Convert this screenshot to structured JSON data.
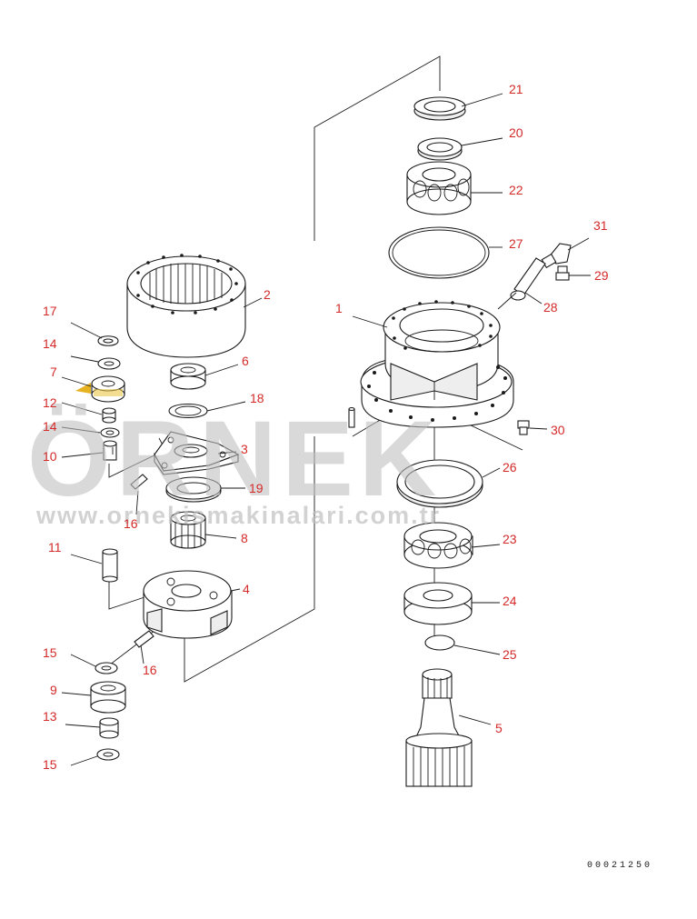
{
  "watermark": {
    "brand": "ÖRNEK",
    "url": "www.ornekismakinalari.com.tr",
    "color": "#bfbfbf"
  },
  "callout_color": "#d42a2a",
  "part_labels": [
    "21",
    "20",
    "22",
    "27",
    "31",
    "29",
    "28",
    "1",
    "2",
    "17",
    "14",
    "7",
    "12",
    "14",
    "10",
    "6",
    "18",
    "3",
    "19",
    "16",
    "8",
    "30",
    "26",
    "23",
    "24",
    "25",
    "5",
    "11",
    "4",
    "15",
    "16",
    "9",
    "13",
    "15"
  ],
  "drawing_number": "00021250"
}
